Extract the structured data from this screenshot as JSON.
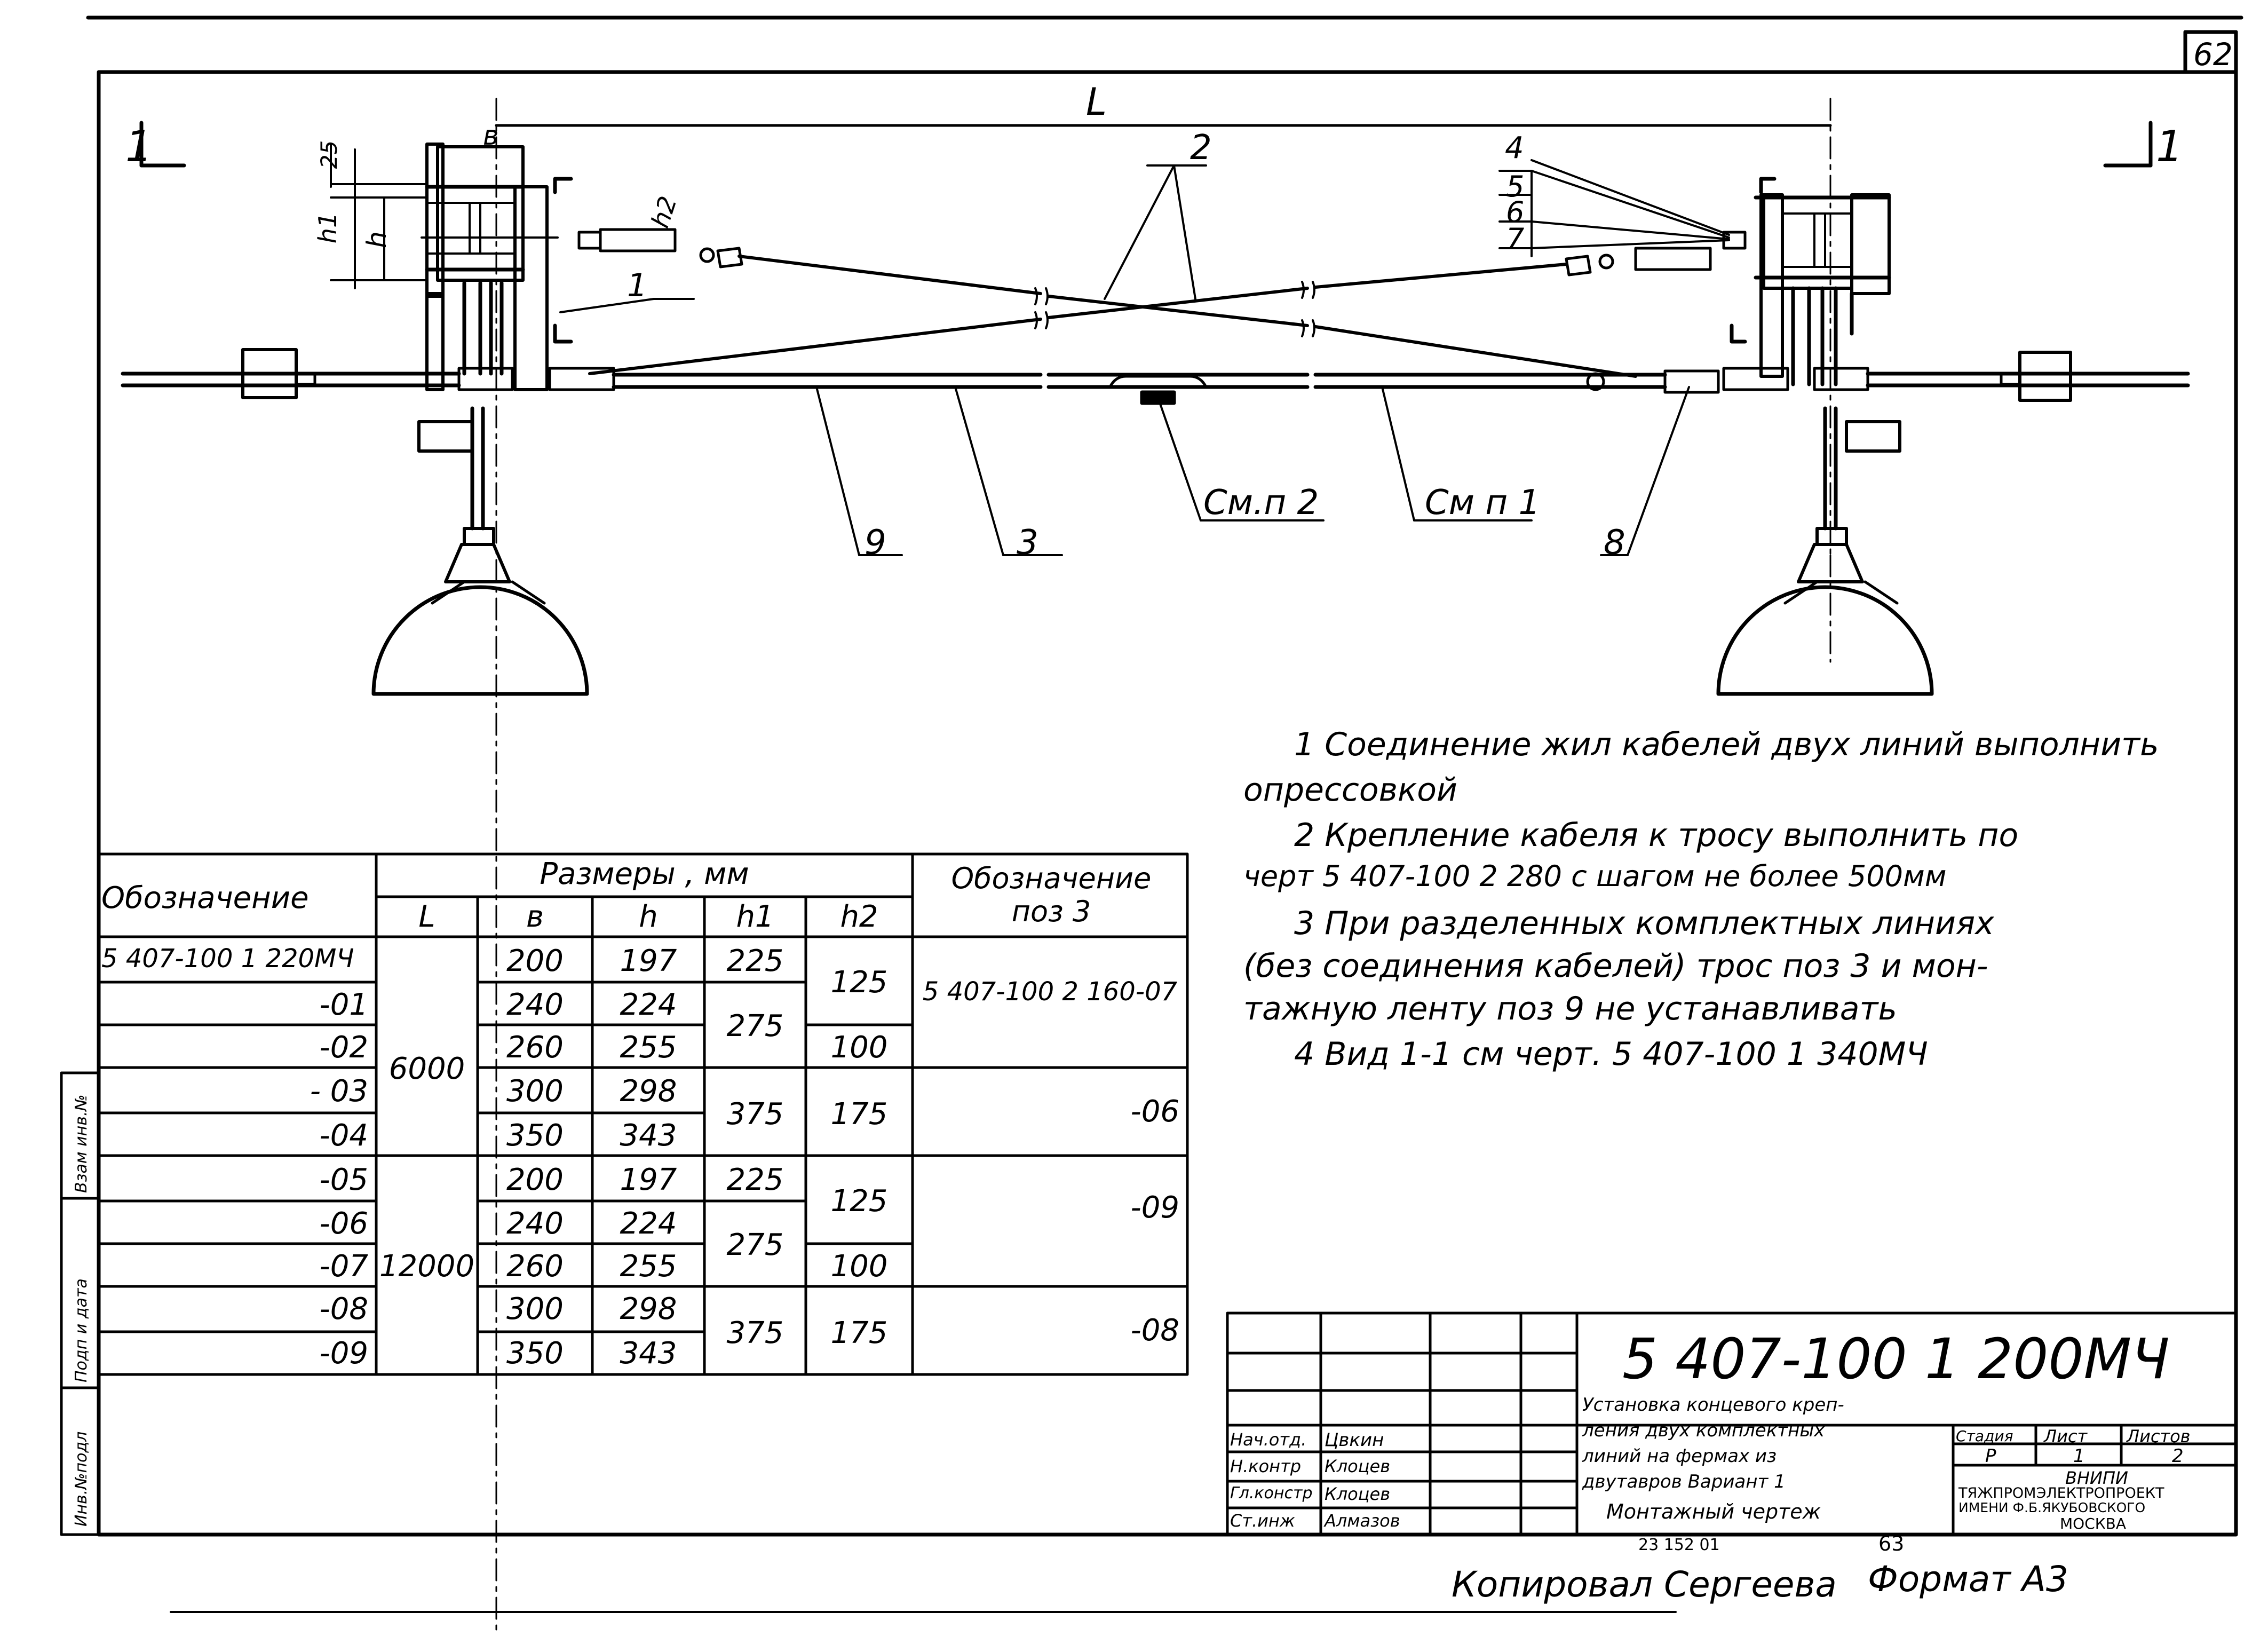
{
  "sheet": {
    "page_number": "62",
    "section_left": "1",
    "section_right": "1"
  },
  "dimensions": {
    "L": "L",
    "b": "в",
    "h": "h",
    "h1": "h1",
    "h2": "h2",
    "d25": "25"
  },
  "callouts": {
    "c1": "1",
    "c2": "2",
    "c3": "3",
    "c4": "4",
    "c5": "5",
    "c6": "6",
    "c7": "7",
    "c8": "8",
    "c9": "9",
    "see_n2": "См.п 2",
    "see_n1": "См п 1"
  },
  "notes": [
    "1 Соединение жил кабелей двух линий выполнить",
    "опрессовкой",
    "2 Крепление кабеля к тросу выполнить по",
    "черт 5 407-100 2 280   с шагом не более 500мм",
    "3 При разделенных комплектных линиях",
    "(без соединения кабелей) трос поз 3 и мон-",
    "тажную ленту поз 9 не устанавливать",
    "4 Вид 1-1  см черт. 5 407-100 1 340МЧ"
  ],
  "table": {
    "header_designation": "Обозначение",
    "header_sizes": "Размеры , мм",
    "header_pos3": "Обозначение поз 3",
    "columns": [
      "L",
      "в",
      "h",
      "h1",
      "h2"
    ],
    "rows": [
      {
        "des": "5 407-100 1 220МЧ",
        "b": "200",
        "h": "197"
      },
      {
        "des": "-01",
        "b": "240",
        "h": "224"
      },
      {
        "des": "-02",
        "b": "260",
        "h": "255"
      },
      {
        "des": "- 03",
        "b": "300",
        "h": "298"
      },
      {
        "des": "-04",
        "b": "350",
        "h": "343"
      },
      {
        "des": "-05",
        "b": "200",
        "h": "197"
      },
      {
        "des": "-06",
        "b": "240",
        "h": "224"
      },
      {
        "des": "-07",
        "b": "260",
        "h": "255"
      },
      {
        "des": "-08",
        "b": "300",
        "h": "298"
      },
      {
        "des": "-09",
        "b": "350",
        "h": "343"
      }
    ],
    "L_groups": [
      "6000",
      "12000"
    ],
    "h1_groups": [
      "225",
      "275",
      "375",
      "225",
      "275",
      "375"
    ],
    "h2_groups": [
      "125",
      "100",
      "175",
      "125",
      "100",
      "175"
    ],
    "pos3_groups": [
      "5 407-100 2 160-07",
      "-06",
      "-09",
      "-08"
    ]
  },
  "side_stamp": [
    "Взам инв.№",
    "Подп и дата",
    "Инв.№подл"
  ],
  "title_block": {
    "code": "5 407-100 1 200МЧ",
    "title_lines": [
      "Установка концевого креп-",
      "ления двух комплектных",
      "линий на фермах из",
      "двутавров  Вариант 1",
      "Монтажный чертеж"
    ],
    "stage_header": "Стадия",
    "sheet_header": "Лист",
    "sheets_header": "Листов",
    "stage": "Р",
    "sheet": "1",
    "sheets": "2",
    "org_lines": [
      "ВНИПИ",
      "ТЯЖПРОМЭЛЕКТРОПРОЕКТ",
      "ИМЕНИ Ф.Б.ЯКУБОВСКОГО",
      "МОСКВА"
    ],
    "roles": [
      "Нач.отд.",
      "Н.контр",
      "Гл.констр",
      "Ст.инж"
    ],
    "names": [
      "Цвкин",
      "Клоцев",
      "Клоцев",
      "Алмазов"
    ],
    "under_left": "23 152  01",
    "under_right": "63"
  },
  "footer": {
    "copied": "Копировал Сергеева",
    "format": "Формат А3"
  }
}
